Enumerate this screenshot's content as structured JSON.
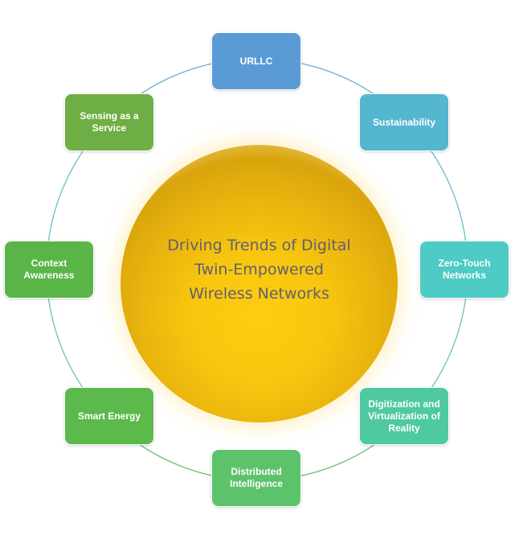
{
  "diagram": {
    "center_lines": [
      "Driving Trends of Digital",
      "Twin-Empowered",
      "Wireless Networks"
    ],
    "nodes": {
      "urllc": "URLLC",
      "sustainability": "Sustainability",
      "zero_touch": "Zero-Touch\nNetworks",
      "digitization": "Digitization and\nVirtualization of\nReality",
      "distributed": "Distributed\nIntelligence",
      "smart_energy": "Smart Energy",
      "context": "Context\nAwareness",
      "sensing": "Sensing as a\nService"
    },
    "colors": {
      "center": "#f8c60f",
      "center_text": "#5f6072",
      "ring": "#7fc9a0",
      "urllc": "#5b9bd5",
      "sustainability": "#55b6d0",
      "zero_touch": "#4dcbc4",
      "digitization": "#4fc9a2",
      "distributed": "#5cc36a",
      "smart_energy": "#5bba4b",
      "context": "#5ab549",
      "sensing": "#6fae45"
    }
  }
}
